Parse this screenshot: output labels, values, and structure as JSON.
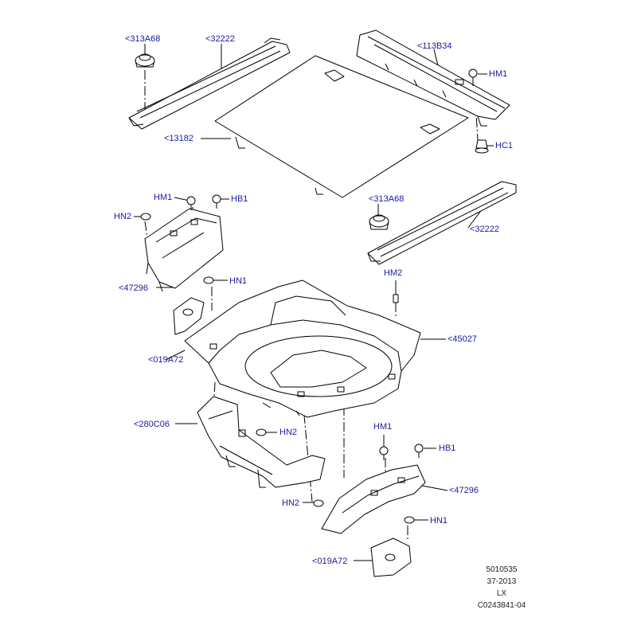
{
  "diagram": {
    "callouts": [
      {
        "id": "c1",
        "text": "<313A68"
      },
      {
        "id": "c2",
        "text": "<32222"
      },
      {
        "id": "c3",
        "text": "<113B34"
      },
      {
        "id": "c4",
        "text": "HM1"
      },
      {
        "id": "c5",
        "text": "<13182"
      },
      {
        "id": "c6",
        "text": "HC1"
      },
      {
        "id": "c7",
        "text": "HM1"
      },
      {
        "id": "c8",
        "text": "HB1"
      },
      {
        "id": "c9",
        "text": "HN2"
      },
      {
        "id": "c10",
        "text": "<313A68"
      },
      {
        "id": "c11",
        "text": "<32222"
      },
      {
        "id": "c12",
        "text": "<47296"
      },
      {
        "id": "c13",
        "text": "HN1"
      },
      {
        "id": "c14",
        "text": "HM2"
      },
      {
        "id": "c15",
        "text": "<45027"
      },
      {
        "id": "c16",
        "text": "<019A72"
      },
      {
        "id": "c17",
        "text": "<280C06"
      },
      {
        "id": "c18",
        "text": "HN2"
      },
      {
        "id": "c19",
        "text": "HM1"
      },
      {
        "id": "c20",
        "text": "HB1"
      },
      {
        "id": "c21",
        "text": "<47296"
      },
      {
        "id": "c22",
        "text": "HN2"
      },
      {
        "id": "c23",
        "text": "HN1"
      },
      {
        "id": "c24",
        "text": "<019A72"
      }
    ],
    "footer": {
      "line1": "5010535",
      "line2": "37-2013",
      "line3": "LX",
      "line4": "C0243841-04"
    }
  }
}
